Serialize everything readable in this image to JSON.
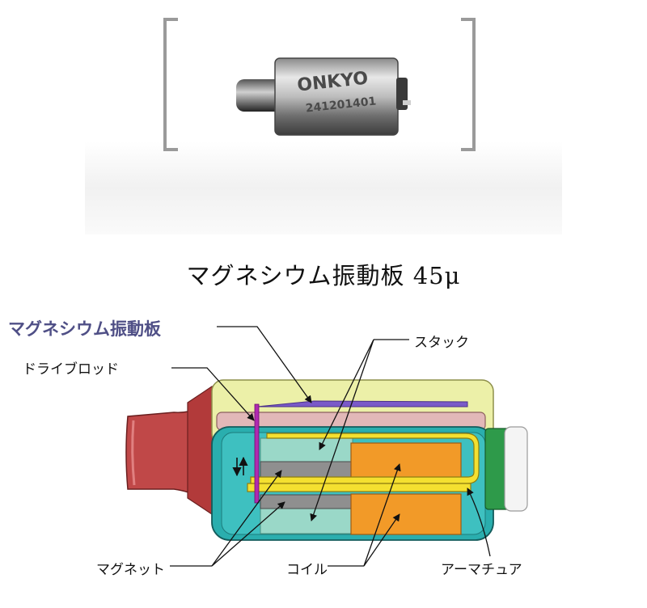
{
  "photo": {
    "brand": "ONKYO",
    "serial": "241201401"
  },
  "caption": "マグネシウム振動板 45μ",
  "labels": {
    "diaphragm": "マグネシウム振動板",
    "drive_rod": "ドライブロッド",
    "stack": "スタック",
    "magnet": "マグネット",
    "coil": "コイル",
    "armature": "アーマチュア"
  },
  "colors": {
    "housing_top": "#ecf0a8",
    "housing_body": "#2aaeae",
    "nozzle": "#c04848",
    "diaphragm": "#7a5ac8",
    "stack": "#9ad8c8",
    "coil": "#f29a28",
    "armature": "#f4e030",
    "terminal": "#2e9a4a",
    "label_accent": "#4f4f86"
  },
  "icons": {
    "motion": "up-down-arrows-icon"
  }
}
